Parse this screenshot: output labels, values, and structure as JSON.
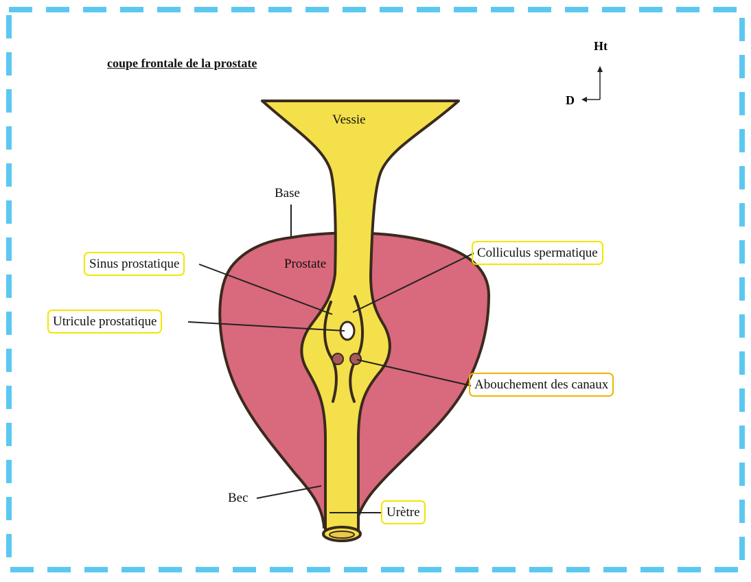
{
  "title": "coupe frontale de la prostate",
  "orientation": {
    "up": "Ht",
    "side": "D"
  },
  "labels": {
    "vessie": "Vessie",
    "base": "Base",
    "prostate": "Prostate",
    "bec": "Bec",
    "sinus": "Sinus prostatique",
    "utricule": "Utricule prostatique",
    "colliculus": "Colliculus spermatique",
    "abouchement": "Abouchement des canaux",
    "uretre": "Urètre"
  },
  "colors": {
    "frame": "#5bc8f0",
    "prostate": "#d9697c",
    "uretre": "#f4e04a",
    "outline": "#3a2a1e",
    "box_yellow": "#f2e600",
    "box_orange": "#f0b400"
  }
}
